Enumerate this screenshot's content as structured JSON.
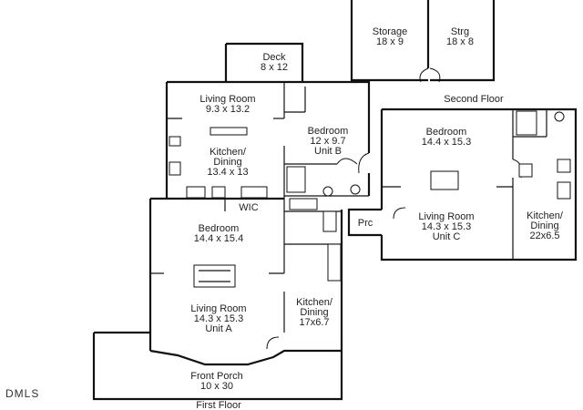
{
  "brand": {
    "logo_text": "DMLS"
  },
  "floors": {
    "first": "First Floor",
    "second": "Second Floor"
  },
  "rooms": {
    "storage": {
      "label": "Storage",
      "dim": "18 x 9"
    },
    "strg": {
      "label": "Strg",
      "dim": "18 x 8"
    },
    "deck": {
      "label": "Deck",
      "dim": "8 x 12"
    },
    "living_b": {
      "label": "Living Room",
      "dim": "9.3 x 13.2"
    },
    "kitchen_b": {
      "label": "Kitchen/",
      "label2": "Dining",
      "dim": "13.4 x 13"
    },
    "bedroom_b": {
      "label": "Bedroom",
      "dim": "12 x 9.7",
      "unit": "Unit B"
    },
    "wic": {
      "label": "WIC"
    },
    "bedroom_a": {
      "label": "Bedroom",
      "dim": "14.4 x 15.4"
    },
    "living_a": {
      "label": "Living Room",
      "dim": "14.3 x 15.3",
      "unit": "Unit A"
    },
    "kitchen_a": {
      "label": "Kitchen/",
      "label2": "Dining",
      "dim": "17x6.7"
    },
    "porch": {
      "label": "Front Porch",
      "dim": "10 x 30"
    },
    "bedroom_c": {
      "label": "Bedroom",
      "dim": "14.4 x 15.3"
    },
    "living_c": {
      "label": "Living Room",
      "dim": "14.3 x 15.3",
      "unit": "Unit C"
    },
    "kitchen_c": {
      "label": "Kitchen/",
      "label2": "Dining",
      "dim": "22x6.5"
    },
    "prc": {
      "label": "Prc"
    }
  }
}
